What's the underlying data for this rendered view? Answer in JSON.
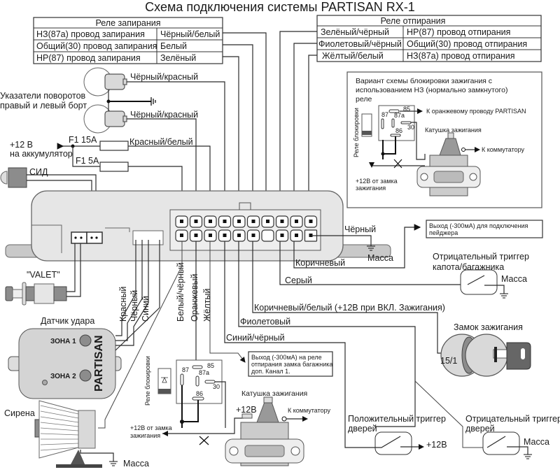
{
  "title": "Схема подключения системы PARTISAN RX-1",
  "lock_relay_table": {
    "header": "Реле запирания",
    "rows": [
      {
        "function": "НЗ(87а) провод запирания",
        "color": "Чёрный/белый"
      },
      {
        "function": "Общий(30) провод запирания",
        "color": "Белый"
      },
      {
        "function": "НР(87) провод запирания",
        "color": "Зелёный"
      }
    ]
  },
  "unlock_relay_table": {
    "header": "Реле отпирания",
    "rows": [
      {
        "color": "Зелёный/чёрный",
        "function": "НР(87) провод отпирания"
      },
      {
        "color": "Фиолетовый/чёрный",
        "function": "Общий(30) провод отпирания"
      },
      {
        "color": "Жёлтый/белый",
        "function": "НЗ(87а) провод отпирания"
      }
    ]
  },
  "turn_signals": {
    "label_line1": "Указатели поворотов",
    "label_line2": "правый и левый борт",
    "wire1": "Чёрный/красный",
    "wire2": "Чёрный/красный"
  },
  "power": {
    "label_line1": "+12 В",
    "label_line2": "на аккумулятор",
    "fuse1": "F1 15A",
    "fuse2": "F1 5A",
    "wire": "Красный/белый"
  },
  "led_label": "СИД",
  "valet_label": "\"VALET\"",
  "shock_sensor": {
    "title": "Датчик удара",
    "zone1": "ЗОНА 1",
    "zone2": "ЗОНА 2",
    "brand": "PARTISAN",
    "wires": [
      "Красный",
      "Чёрный",
      "Синий"
    ]
  },
  "bottom_wires": {
    "white_black": "Белый/чёрный",
    "orange": "Оранжевый",
    "yellow": "Жёлтый"
  },
  "right_wires": {
    "black": "Чёрный",
    "ground": "Масса",
    "brown": "Коричневый",
    "grey": "Серый",
    "brown_white": "Коричневый/белый (+12В при  ВКЛ. Зажигания)",
    "violet": "Фиолетовый",
    "blue_black": "Синий/чёрный"
  },
  "pager_output": {
    "line1": "Выход (-300мА) для подключения",
    "line2": "пейджера"
  },
  "hood_trigger": {
    "line1": "Отрицательный триггер",
    "line2": "капота/багажника",
    "ground": "Масса"
  },
  "ignition_switch": {
    "title": "Замок зажигания",
    "terminal": "15/1"
  },
  "trunk_output": {
    "line1": "Выход (-300мА) на реле",
    "line2": "отпирания замка багажника",
    "line3": "доп. Канал 1."
  },
  "relay_bottom": {
    "relay_label": "Реле блокировки",
    "pins": [
      "85",
      "87",
      "87a",
      "30",
      "86"
    ],
    "coil_label": "Катушка зажигания",
    "plus12": "+12В",
    "commutator": "К коммутатору",
    "ign_line1": "+12В от замка",
    "ign_line2": "зажигания"
  },
  "siren": {
    "label": "Сирена",
    "ground": "Масса"
  },
  "door_pos_trigger": {
    "line1": "Положительный триггер",
    "line2": "дверей",
    "plus12": "+12В"
  },
  "door_neg_trigger": {
    "line1": "Отрицательный триггер",
    "line2": "дверей",
    "ground": "Масса"
  },
  "nc_variant": {
    "line1": "Вариант схемы блокировки  зажигания с",
    "line2": "использованием НЗ (нормально замкнутого)",
    "line3": "реле",
    "relay_label": "Реле блокировки",
    "pins": [
      "85",
      "87",
      "87a",
      "30",
      "86"
    ],
    "to_orange": "К оранжевому проводу PARTISAN",
    "coil_label": "Катушка зажигания",
    "commutator": "К коммутатору",
    "ign_line1": "+12В от замка",
    "ign_line2": "зажигания"
  }
}
